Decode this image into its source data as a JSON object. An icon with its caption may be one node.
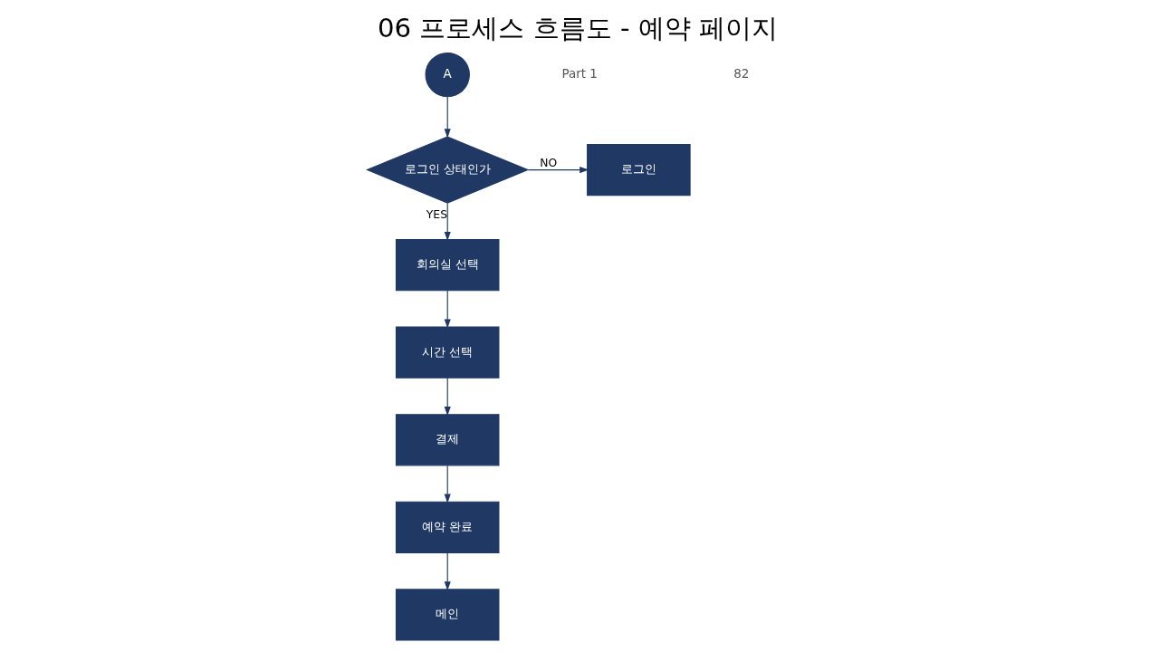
{
  "diagram": {
    "title": "06 프로세스 흐름도 - 예약 페이지",
    "nodes": [
      {
        "text": [
          "A"
        ]
      },
      {
        "text": [
          "로그인 상태인가"
        ]
      },
      {
        "text": [
          "로그인"
        ]
      },
      {
        "text": [
          "회의실 선택"
        ]
      },
      {
        "text": [
          "시간 선택"
        ]
      },
      {
        "text": [
          "결제"
        ]
      },
      {
        "text": [
          "예약 완료"
        ]
      },
      {
        "text": [
          "메인"
        ]
      }
    ],
    "edges": [
      {
        "from": 0,
        "to": 1,
        "arrow": "to"
      },
      {
        "from": 1,
        "to": 2,
        "arrow": "to",
        "label": "NO"
      },
      {
        "from": 1,
        "to": 3,
        "arrow": "to",
        "label": "YES"
      },
      {
        "from": 3,
        "to": 4,
        "arrow": "to"
      },
      {
        "from": 4,
        "to": 5,
        "arrow": "to"
      },
      {
        "from": 5,
        "to": 6,
        "arrow": "to"
      },
      {
        "from": 6,
        "to": 7,
        "arrow": "to"
      }
    ],
    "labels": [
      "Part 1",
      "82"
    ]
  }
}
